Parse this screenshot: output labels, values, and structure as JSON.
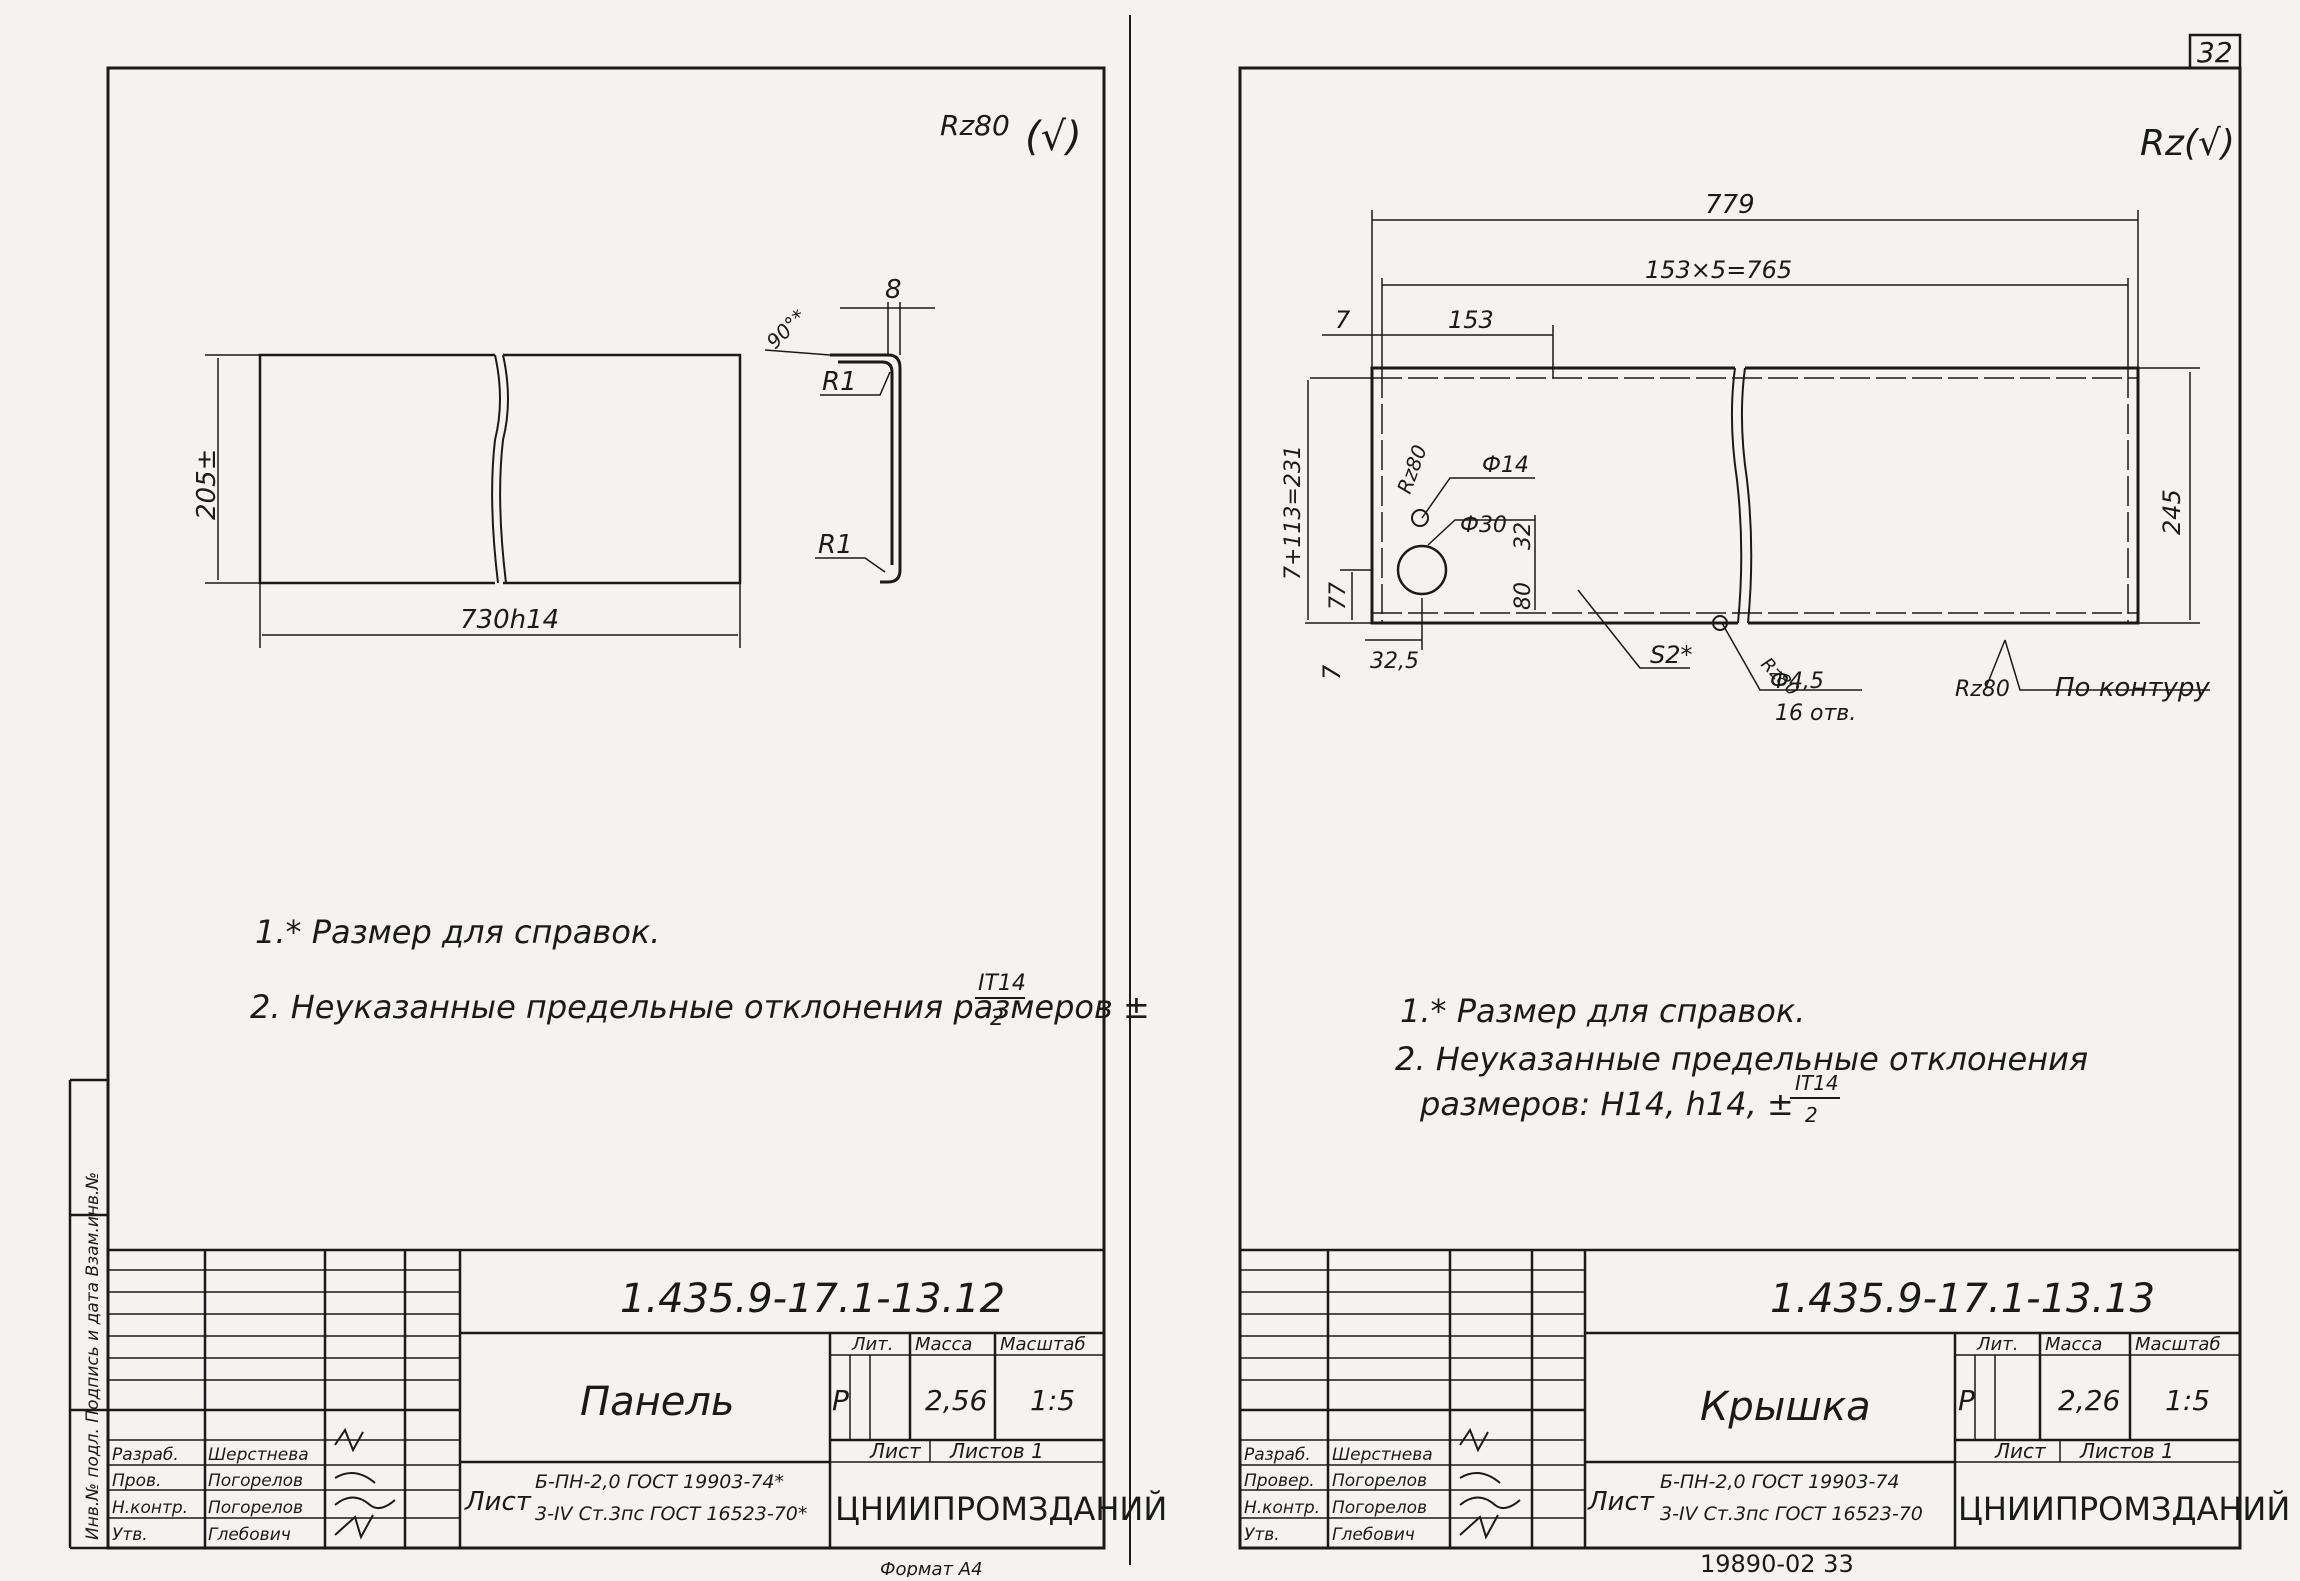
{
  "page_number": "32",
  "left_sheet": {
    "roughness": "Rz80",
    "dim_height": "205±",
    "dim_width": "730h14",
    "dim_thickness": "8",
    "angle": "90°*",
    "radius_top": "R1",
    "radius_bottom": "R1",
    "note1": "1.* Размер для справок.",
    "note2": "2. Неуказанные предельные отклонения размеров ±",
    "note2_fraction_num": "IT14",
    "note2_fraction_den": "2",
    "document_code": "1.435.9-17.1-13.12",
    "title": "Панель",
    "mass_header": "Масса",
    "scale_header": "Масштаб",
    "lit_header": "Лит.",
    "lit_value": "Р",
    "mass": "2,56",
    "scale": "1:5",
    "sheet_label": "Лист",
    "sheets_label": "Листов 1",
    "material_label": "Лист",
    "material_line1": "Б-ПН-2,0 ГОСТ 19903-74*",
    "material_line2": "3-IV Ст.3пс ГОСТ 16523-70*",
    "organization": "ЦНИИПРОМЗДАНИЙ",
    "signature_rows": [
      {
        "role": "Разраб.",
        "name": "Шерстнева"
      },
      {
        "role": "Пров.",
        "name": "Погорелов"
      },
      {
        "role": "Н.контр.",
        "name": "Погорелов"
      },
      {
        "role": "Утв.",
        "name": "Глебович"
      }
    ],
    "side_stamp": "Инв.№ подл.  Подпись и дата  Взам.инв.№",
    "bottom_text": "Формат А4"
  },
  "right_sheet": {
    "roughness": "Rz(√)",
    "dim_total": "779",
    "dim_pitch": "153×5=765",
    "dim_first": "153",
    "dim_left_offset": "7",
    "dim_bottom_offset": "7",
    "dim_hole_x": "32,5",
    "dim_height": "245",
    "dim_left_height": "7+113=231",
    "dim_hole_y": "77",
    "dim_80": "80",
    "dim_32": "32",
    "hole_large": "Ф30",
    "hole_small": "Ф14",
    "rz_hole": "Rz80",
    "rz_small": "Rz80",
    "thickness_note": "S2*",
    "holes_callout": "Ф4,5",
    "holes_count": "16 отв.",
    "contour_rz": "Rz80",
    "contour_note": "По контуру",
    "note1": "1.* Размер для справок.",
    "note2_line1": "2. Неуказанные предельные отклонения",
    "note2_line2": "размеров: H14, h14, ±",
    "note2_fraction_num": "IT14",
    "note2_fraction_den": "2",
    "document_code": "1.435.9-17.1-13.13",
    "title": "Крышка",
    "mass_header": "Масса",
    "scale_header": "Масштаб",
    "lit_header": "Лит.",
    "lit_value": "Р",
    "mass": "2,26",
    "scale": "1:5",
    "sheet_label": "Лист",
    "sheets_label": "Листов 1",
    "material_label": "Лист",
    "material_line1": "Б-ПН-2,0 ГОСТ 19903-74",
    "material_line2": "3-IV Ст.3пс ГОСТ 16523-70",
    "organization": "ЦНИИПРОМЗДАНИЙ",
    "signature_rows": [
      {
        "role": "Разраб.",
        "name": "Шерстнева"
      },
      {
        "role": "Провер.",
        "name": "Погорелов"
      },
      {
        "role": "Н.контр.",
        "name": "Погорелов"
      },
      {
        "role": "Утв.",
        "name": "Глебович"
      }
    ],
    "bottom_code": "19890-02   33"
  }
}
